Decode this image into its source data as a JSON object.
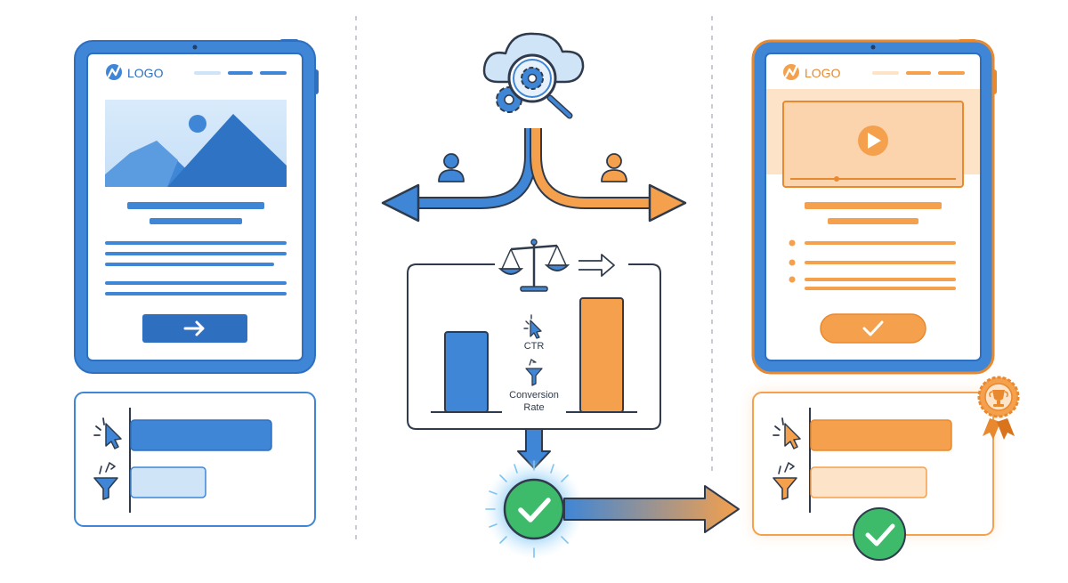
{
  "colors": {
    "blue": "#3f86d6",
    "blue_dark": "#2f6fbf",
    "blue_light": "#cfe4f7",
    "orange": "#f5a04c",
    "orange_dark": "#e8892f",
    "orange_light": "#fde3c8",
    "green": "#3dbb6b",
    "ink": "#2f3b4c",
    "divider": "#b9bcc2"
  },
  "variant_a": {
    "logo_text": "LOGO",
    "cta_icon": "arrow-right-icon",
    "metrics": {
      "ctr_bar_fraction": 0.85,
      "conversion_bar_fraction": 0.45
    }
  },
  "variant_b": {
    "logo_text": "LOGO",
    "cta_icon": "checkmark-icon",
    "metrics": {
      "ctr_bar_fraction": 0.85,
      "conversion_bar_fraction": 0.7
    },
    "winner_icon": "trophy-ribbon-icon"
  },
  "center": {
    "engine_icon": "cloud-gear-search-icon",
    "user_icon": "user-icon",
    "scale_icon": "balance-scale-icon",
    "comparison": {
      "ctr_label": "CTR",
      "conversion_label_line1": "Conversion",
      "conversion_label_line2": "Rate",
      "bar_a_fraction": 0.6,
      "bar_b_fraction": 0.85
    },
    "result_icon": "check-circle-icon"
  }
}
